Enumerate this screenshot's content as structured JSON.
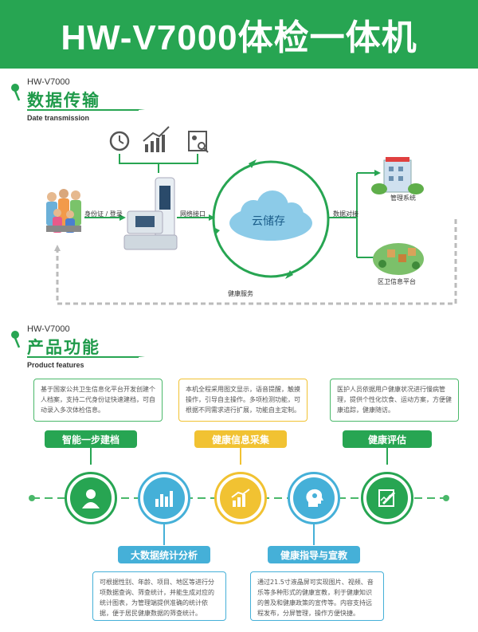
{
  "banner": {
    "title": "HW-V7000体检一体机"
  },
  "section1": {
    "model": "HW-V7000",
    "title": "数据传输",
    "subtitle": "Date transmission",
    "labels": {
      "id_login": "身份证 / 登录",
      "network": "网络接口",
      "cloud": "云储存",
      "data_sync": "数据对接",
      "mgmt_system": "管理系统",
      "community_platform": "区卫信息平台",
      "health_service": "健康服务"
    }
  },
  "section2": {
    "model": "HW-V7000",
    "title": "产品功能",
    "subtitle": "Product features",
    "boxes": {
      "box1": "基于国家公共卫生信息化平台开发创建个人档案，支持二代身份证快速建档，可自动录入多次体检信息。",
      "box2": "本机全程采用图文显示，语音提醒，触摸操作，引导自主操作。多项检测功能，可根据不同需求进行扩展，功能自主定制。",
      "box3": "医护人员依据用户健康状况进行慢病管理，提供个性化饮食、运动方案，方便健康追踪，健康随访。",
      "box4": "可根据性别、年龄、项目、地区等进行分项数据查询、筛查统计，并能生成对应的统计图表，为管理端提供准确的统计依据，便于居民健康数据的筛查统计。",
      "box5": "通过21.5寸液晶屏可实现图片、视频、音乐等多种形式的健康宣教，利于健康知识的普及和健康政策的宣传等。内容支持远程发布，分屏管理，操作方便快捷。"
    },
    "tags": {
      "t1": "智能一步建档",
      "t2": "健康信息采集",
      "t3": "健康评估",
      "t4": "大数据统计分析",
      "t5": "健康指导与宣教"
    }
  },
  "colors": {
    "green": "#27a552",
    "yellow": "#f1c232",
    "blue": "#45b0d8",
    "cloud": "#8ccbe8"
  }
}
